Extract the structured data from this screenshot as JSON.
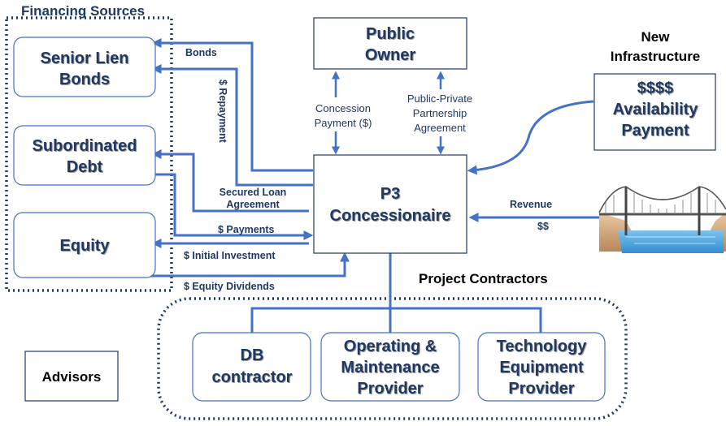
{
  "financing": {
    "heading": "Financing Sources",
    "senior_lien_bonds": [
      "Senior Lien",
      "Bonds"
    ],
    "subordinated_debt": [
      "Subordinated",
      "Debt"
    ],
    "equity": "Equity"
  },
  "public_owner": [
    "Public",
    "Owner"
  ],
  "p3": [
    "P3",
    "Concessionaire"
  ],
  "new_infrastructure": [
    "New",
    "Infrastructure"
  ],
  "availability": [
    "$$$$",
    "Availability",
    "Payment"
  ],
  "advisors": "Advisors",
  "project_contractors": {
    "heading": "Project Contractors",
    "db": [
      "DB",
      "contractor"
    ],
    "om": [
      "Operating &",
      "Maintenance",
      "Provider"
    ],
    "tech": [
      "Technology",
      "Equipment",
      "Provider"
    ]
  },
  "flows": {
    "bonds": "Bonds",
    "repayment": "$ Repayment",
    "secured_loan": [
      "Secured Loan",
      "Agreement"
    ],
    "payments": "$ Payments",
    "initial_investment": "$ Initial  Investment",
    "equity_dividends": "$ Equity Dividends",
    "concession_payment": [
      "Concession",
      "Payment ($)"
    ],
    "ppp_agreement": [
      "Public-Private",
      "Partnership",
      "Agreement"
    ],
    "revenue": "Revenue",
    "revenue_amount": "$$"
  },
  "colors": {
    "arrow": "#4472c4",
    "text": "#1f3864",
    "frame": "#1f3864"
  },
  "icons": {
    "bridge": "suspension-bridge-icon"
  }
}
